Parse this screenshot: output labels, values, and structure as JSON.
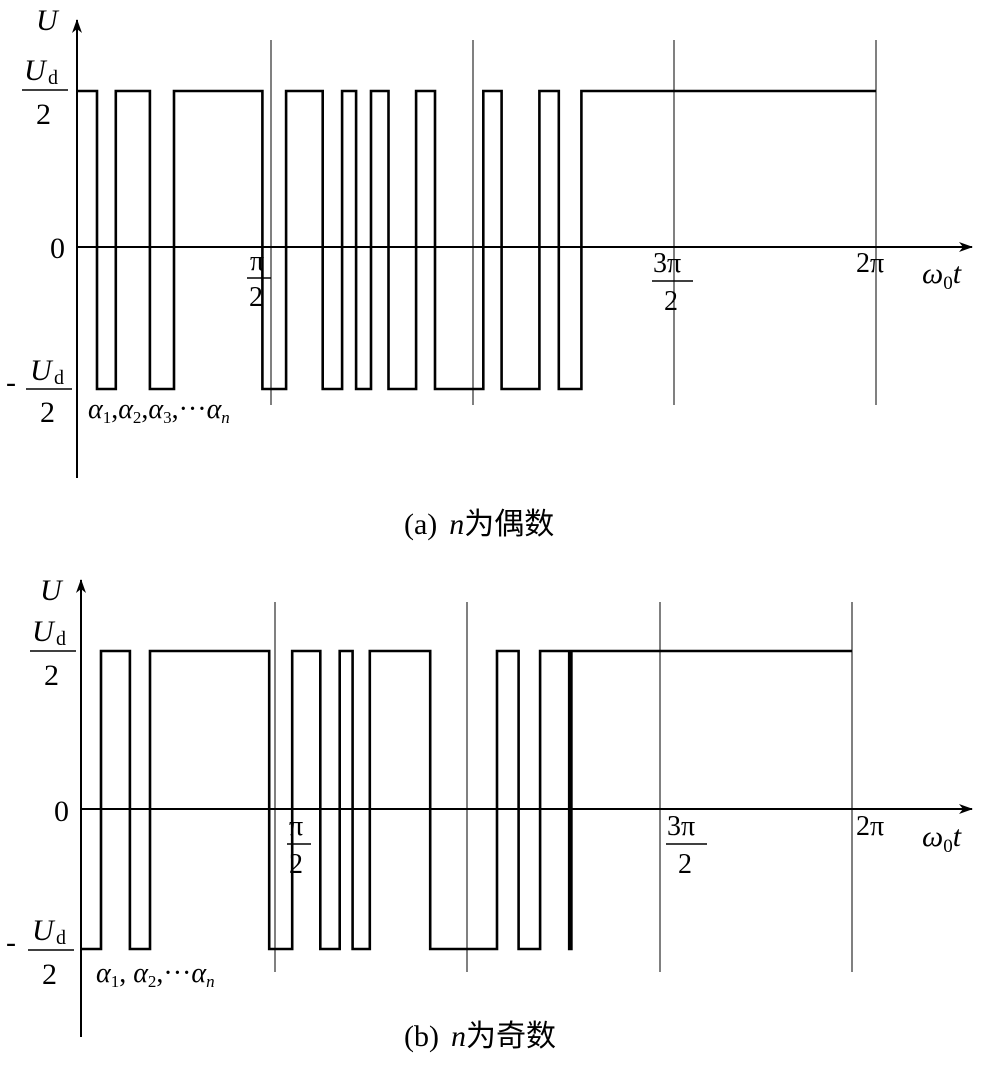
{
  "panels": [
    {
      "caption_prefix": "(a)",
      "caption_var": "n",
      "caption_text": "为偶数",
      "y_axis_label": "U",
      "x_axis_label": "ω",
      "x_axis_sub": "0",
      "x_axis_var": "t",
      "level_pos": {
        "num": "U",
        "num_sub": "d",
        "den": "2"
      },
      "level_neg": {
        "sign": "-",
        "num": "U",
        "num_sub": "d",
        "den": "2"
      },
      "zero_label": "0",
      "tick_half_pi": {
        "num": "π",
        "den": "2"
      },
      "tick_three_half_pi": {
        "num": "3π",
        "den": "2"
      },
      "tick_two_pi": "2π",
      "angle_labels": [
        {
          "sym": "α",
          "sub": "1",
          "sep": ","
        },
        {
          "sym": "α",
          "sub": "2",
          "sep": ","
        },
        {
          "sym": "α",
          "sub": "3",
          "sep": ",···"
        },
        {
          "sym": "α",
          "sub": "n",
          "sep": ""
        }
      ],
      "waveform": {
        "start_level": "+",
        "transitions_deg": [
          9.3,
          18.0,
          33.8,
          45.0,
          86.0,
          97.0,
          114.0,
          123.0,
          129.5,
          136.4,
          144.5,
          157.3,
          166.1,
          188.5,
          197.0,
          214.5,
          223.5,
          234.0
        ]
      }
    },
    {
      "caption_prefix": "(b)",
      "caption_var": "n",
      "caption_text": "为奇数",
      "y_axis_label": "U",
      "x_axis_label": "ω",
      "x_axis_sub": "0",
      "x_axis_var": "t",
      "level_pos": {
        "num": "U",
        "num_sub": "d",
        "den": "2"
      },
      "level_neg": {
        "sign": "-",
        "num": "U",
        "num_sub": "d",
        "den": "2"
      },
      "zero_label": "0",
      "tick_half_pi": {
        "num": "π",
        "den": "2"
      },
      "tick_three_half_pi": {
        "num": "3π",
        "den": "2"
      },
      "tick_two_pi": "2π",
      "angle_labels": [
        {
          "sym": "α",
          "sub": "1",
          "sep": ", "
        },
        {
          "sym": "α",
          "sub": "2",
          "sep": ",···"
        },
        {
          "sym": "α",
          "sub": "n",
          "sep": ""
        }
      ],
      "waveform": {
        "start_level": "-",
        "transitions_deg": [
          9.3,
          22.7,
          32.0,
          87.3,
          98.0,
          111.0,
          120.0,
          126.0,
          134.0,
          162.0,
          193.0,
          203.0,
          213.0,
          226.5,
          227.5
        ]
      }
    }
  ]
}
